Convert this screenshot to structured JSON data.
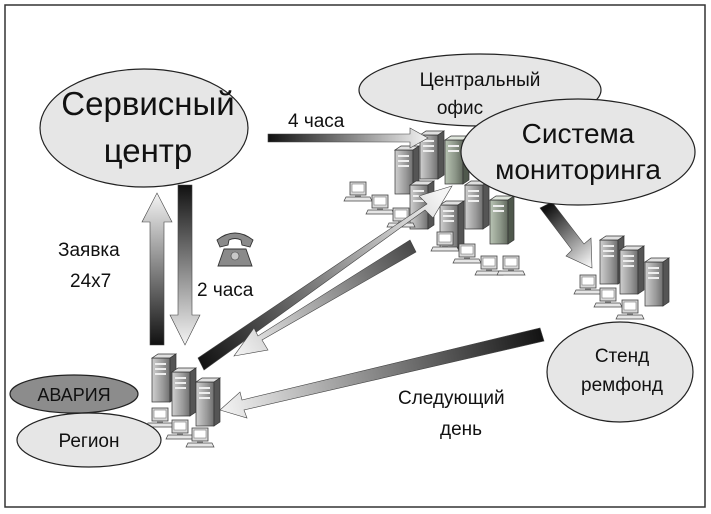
{
  "nodes": {
    "service_center": {
      "line1": "Сервисный",
      "line2": "центр"
    },
    "central_office": {
      "line1": "Центральный",
      "line2": "офис"
    },
    "monitoring": {
      "line1": "Система",
      "line2": "мониторинга"
    },
    "stand": {
      "line1": "Стенд",
      "line2": "ремфонд"
    },
    "accident": {
      "label": "АВАРИЯ"
    },
    "region": {
      "label": "Регион"
    }
  },
  "labels": {
    "four_hours": "4 часа",
    "request_line1": "Заявка",
    "request_line2": "24х7",
    "two_hours": "2 часа",
    "next_day_line1": "Следующий",
    "next_day_line2": "день"
  },
  "icons": {
    "phone": "telephone-icon",
    "server": "server-cluster-icon"
  },
  "colors": {
    "ellipse_fill": "#e6e6e6",
    "accident_fill": "#8c8c8c",
    "arrow_dark": "#111111",
    "arrow_light": "#f2f2f2",
    "frame": "#333333"
  }
}
